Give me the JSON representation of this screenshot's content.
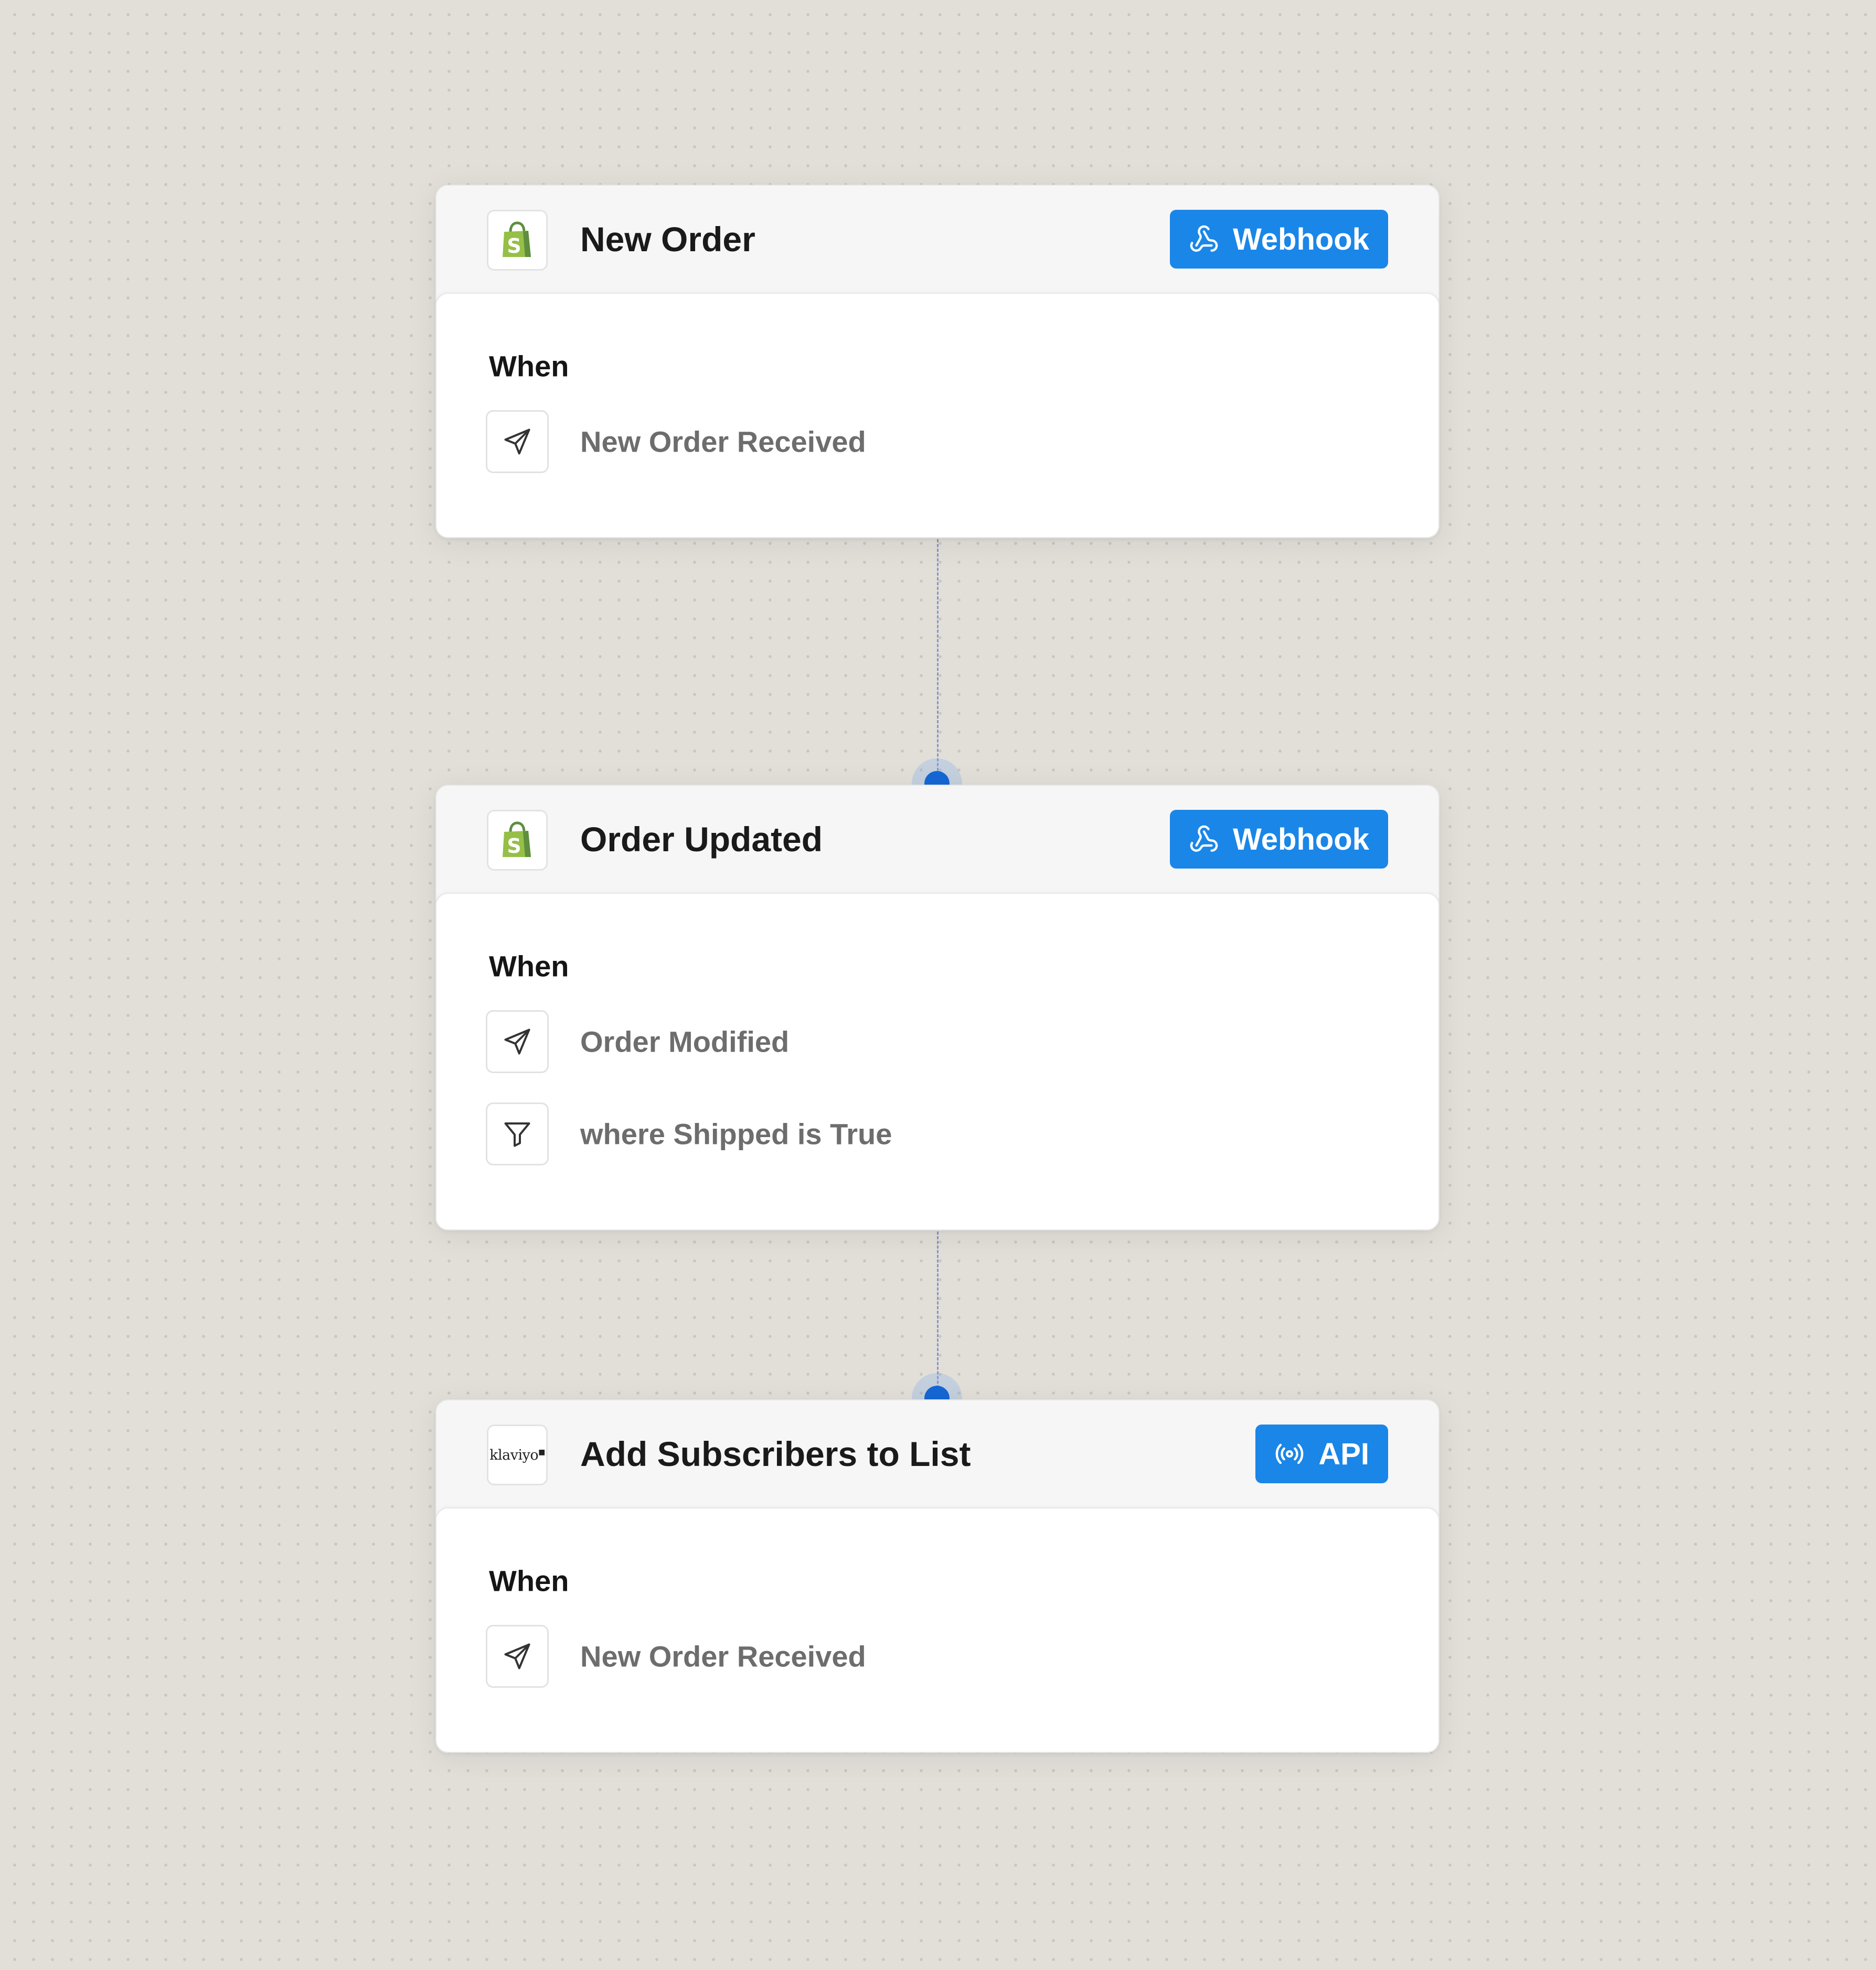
{
  "cards": [
    {
      "title": "New Order",
      "app": "shopify",
      "badge": {
        "label": "Webhook",
        "icon": "webhook-icon"
      },
      "when_label": "When",
      "conditions": [
        {
          "icon": "send-icon",
          "text": "New Order Received"
        }
      ]
    },
    {
      "title": "Order Updated",
      "app": "shopify",
      "badge": {
        "label": "Webhook",
        "icon": "webhook-icon"
      },
      "when_label": "When",
      "conditions": [
        {
          "icon": "send-icon",
          "text": "Order Modified"
        },
        {
          "icon": "filter-icon",
          "text": "where Shipped is True"
        }
      ]
    },
    {
      "title": "Add Subscribers to List",
      "app": "klaviyo",
      "app_logo_text": "klaviyo",
      "badge": {
        "label": "API",
        "icon": "broadcast-icon"
      },
      "when_label": "When",
      "conditions": [
        {
          "icon": "send-icon",
          "text": "New Order Received"
        }
      ]
    }
  ],
  "colors": {
    "canvas": "#e2dfd9",
    "badge": "#1a86e8",
    "node": "#1567d4",
    "shopify_green": "#95bf47"
  }
}
